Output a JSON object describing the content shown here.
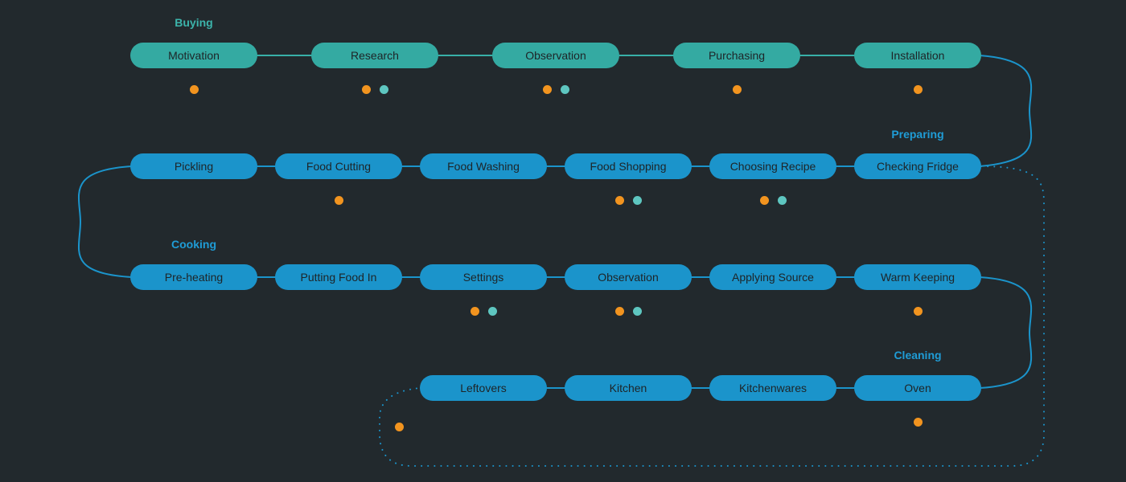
{
  "colors": {
    "background": "#22292d",
    "buying_pill": "#34aaa2",
    "phase_pill": "#1b94cb",
    "buying_label": "#3cb4ab",
    "phase_label": "#1f9cd6",
    "connector_teal": "#38b0a8",
    "connector_blue": "#1b94cb",
    "pill_text": "#1e2427",
    "dot_orange": "#f2941f",
    "dot_teal": "#5ec6c0"
  },
  "phases": [
    {
      "label": "Buying",
      "color": "teal",
      "steps": [
        {
          "label": "Motivation",
          "dots": [
            "orange"
          ]
        },
        {
          "label": "Research",
          "dots": [
            "orange",
            "teal"
          ]
        },
        {
          "label": "Observation",
          "dots": [
            "orange",
            "teal"
          ]
        },
        {
          "label": "Purchasing",
          "dots": [
            "orange"
          ]
        },
        {
          "label": "Installation",
          "dots": [
            "orange"
          ]
        }
      ]
    },
    {
      "label": "Preparing",
      "color": "blue",
      "steps": [
        {
          "label": "Checking Fridge",
          "dots": []
        },
        {
          "label": "Choosing Recipe",
          "dots": [
            "orange",
            "teal"
          ]
        },
        {
          "label": "Food Shopping",
          "dots": [
            "orange",
            "teal"
          ]
        },
        {
          "label": "Food Washing",
          "dots": []
        },
        {
          "label": "Food Cutting",
          "dots": [
            "orange"
          ]
        },
        {
          "label": "Pickling",
          "dots": []
        }
      ]
    },
    {
      "label": "Cooking",
      "color": "blue",
      "steps": [
        {
          "label": "Pre-heating",
          "dots": []
        },
        {
          "label": "Putting Food In",
          "dots": []
        },
        {
          "label": "Settings",
          "dots": [
            "orange",
            "teal"
          ]
        },
        {
          "label": "Observation",
          "dots": [
            "orange",
            "teal"
          ]
        },
        {
          "label": "Applying Source",
          "dots": []
        },
        {
          "label": "Warm Keeping",
          "dots": [
            "orange"
          ]
        }
      ]
    },
    {
      "label": "Cleaning",
      "color": "blue",
      "steps": [
        {
          "label": "Oven",
          "dots": [
            "orange"
          ]
        },
        {
          "label": "Kitchenwares",
          "dots": []
        },
        {
          "label": "Kitchen",
          "dots": []
        },
        {
          "label": "Leftovers",
          "dots": [
            "orange"
          ]
        }
      ]
    }
  ]
}
